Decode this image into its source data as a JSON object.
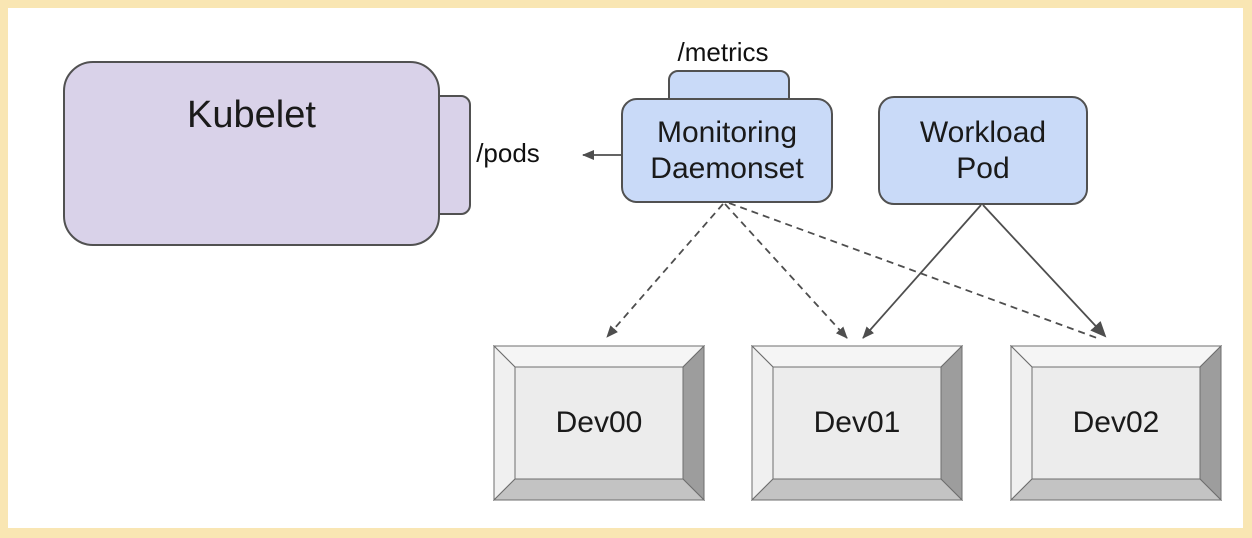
{
  "nodes": {
    "kubelet": {
      "label": "Kubelet"
    },
    "monitoring_daemonset": {
      "line1": "Monitoring",
      "line2": "Daemonset"
    },
    "workload_pod": {
      "line1": "Workload",
      "line2": "Pod"
    },
    "devices": [
      {
        "label": "Dev00"
      },
      {
        "label": "Dev01"
      },
      {
        "label": "Dev02"
      }
    ]
  },
  "endpoints": {
    "metrics": "/metrics",
    "pods": "/pods"
  },
  "edges": [
    {
      "from": "monitoring_daemonset",
      "to": "kubelet",
      "via": "/pods",
      "style": "solid-arrow"
    },
    {
      "from": "monitoring_daemonset",
      "to": "Dev00",
      "style": "dashed-arrow"
    },
    {
      "from": "monitoring_daemonset",
      "to": "Dev01",
      "style": "dashed-arrow"
    },
    {
      "from": "monitoring_daemonset",
      "to": "Dev02",
      "style": "dashed-arrow"
    },
    {
      "from": "workload_pod",
      "to": "Dev01",
      "style": "solid-arrow"
    },
    {
      "from": "workload_pod",
      "to": "Dev02",
      "style": "solid-arrow"
    }
  ],
  "colors": {
    "frame_border": "#f9e6b3",
    "canvas": "#ffffff",
    "kubelet_fill": "#d9d2e9",
    "pod_fill": "#c9daf8",
    "shape_stroke": "#515151",
    "line_stroke": "#4e4e4e",
    "device_face": "#ececec",
    "device_bevel_light": "#f5f5f5",
    "device_bevel_right": "#9d9d9d",
    "device_bevel_bottom": "#c3c3c3",
    "text": "#1a1a1a"
  }
}
